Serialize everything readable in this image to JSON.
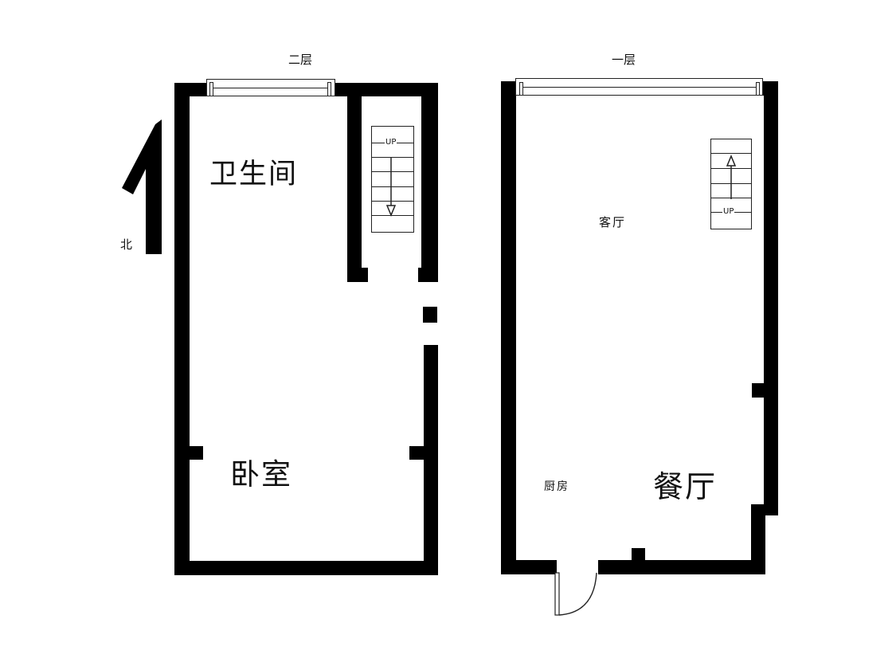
{
  "floors": {
    "second": {
      "title": "二层",
      "rooms": {
        "bathroom": "卫生间",
        "bedroom": "卧室"
      },
      "stair_label": "UP"
    },
    "first": {
      "title": "一层",
      "rooms": {
        "living_room": "客厅",
        "kitchen": "厨房",
        "dining_room": "餐厅"
      },
      "stair_label": "UP"
    }
  },
  "compass": {
    "label": "北",
    "icon": "north-arrow-icon"
  },
  "colors": {
    "wall": "#000000",
    "background": "#ffffff",
    "line": "#222222"
  }
}
